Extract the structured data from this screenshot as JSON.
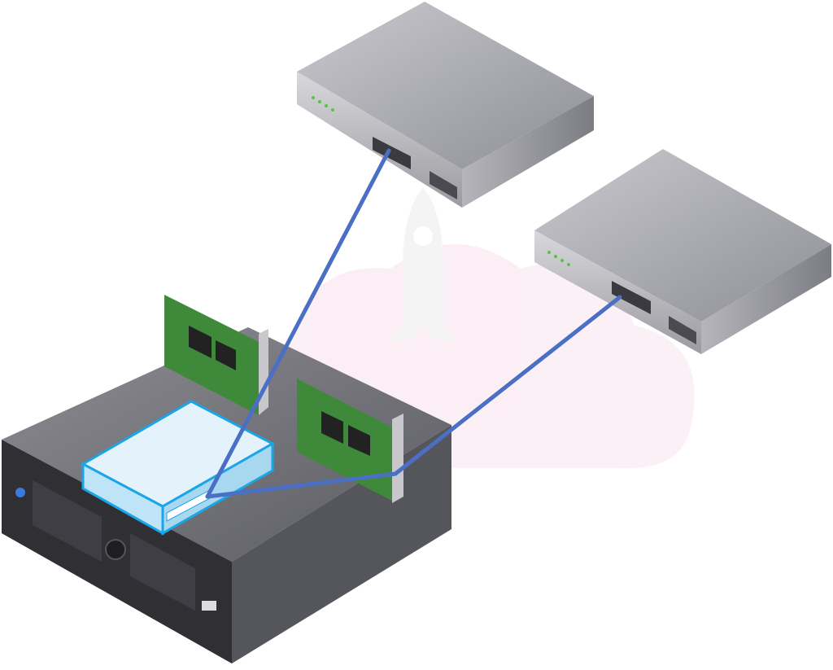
{
  "diagram": {
    "nodes": [
      {
        "id": "switch-top",
        "icon": "network-switch-icon"
      },
      {
        "id": "switch-right",
        "icon": "network-switch-icon"
      },
      {
        "id": "server",
        "icon": "rack-server-icon"
      },
      {
        "id": "nic-left",
        "icon": "network-card-icon"
      },
      {
        "id": "nic-right",
        "icon": "network-card-icon"
      },
      {
        "id": "virtual-switch",
        "icon": "virtual-switch-icon",
        "highlighted": true
      }
    ],
    "links": [
      {
        "from": "virtual-switch",
        "to": "switch-top"
      },
      {
        "from": "virtual-switch",
        "to": "nic-right"
      },
      {
        "from": "nic-right",
        "to": "switch-right"
      }
    ],
    "watermark": {
      "icon": "rocket-cloud-icon"
    },
    "colors": {
      "link": "#4a6fc4",
      "virtual_switch": "#bfe3f7",
      "virtual_switch_outline": "#1aa6e6",
      "device_gray": "#9c9ca3",
      "pcb_green": "#3f8a3a",
      "watermark": "#fbeef5"
    }
  }
}
